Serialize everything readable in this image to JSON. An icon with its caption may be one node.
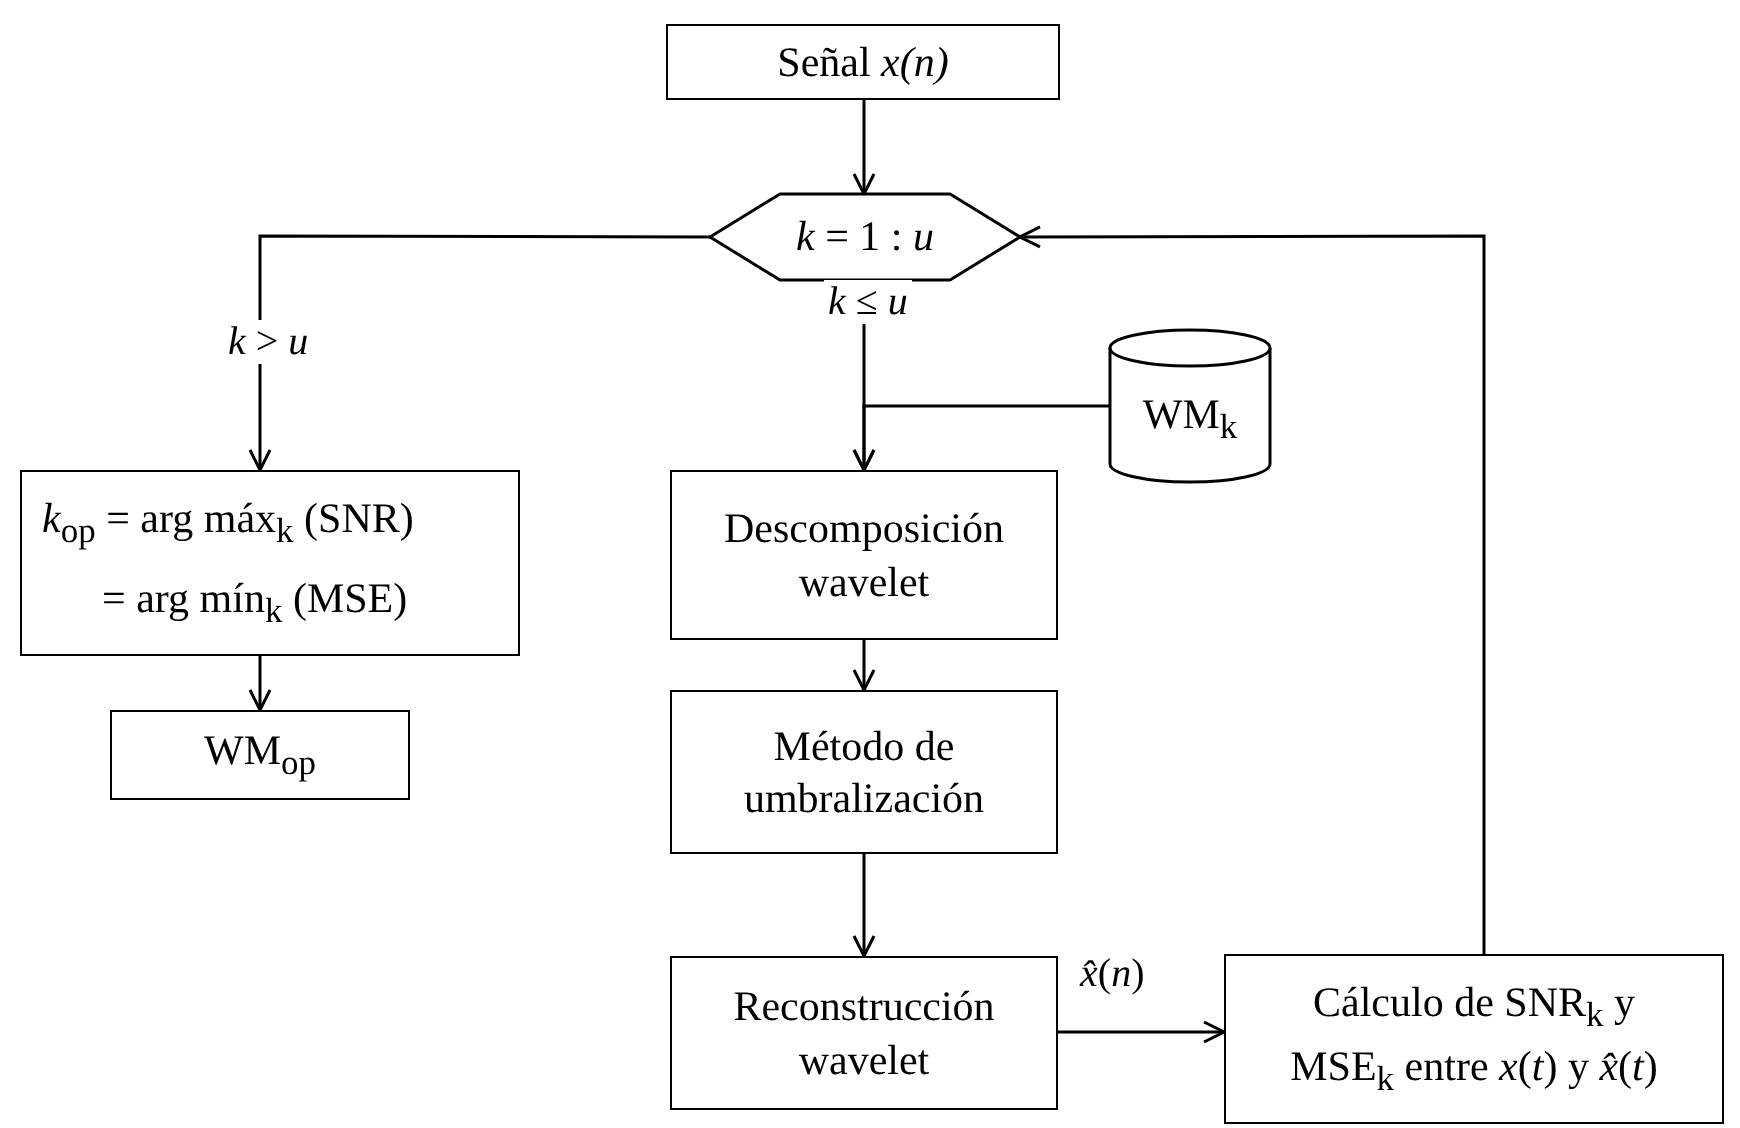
{
  "diagram": {
    "nodes": [
      {
        "text": [
          "Señal *x(n)*"
        ]
      },
      {
        "text": [
          "*k* = 1 : *u*"
        ]
      },
      {
        "text": [
          "*k*$_{op}$ = arg máx$_{k}$ (SNR)",
          "= arg mín$_{k}$ (MSE)"
        ]
      },
      {
        "text": [
          "WM$_{op}$"
        ]
      },
      {
        "text": [
          "WM$_{k}$"
        ]
      },
      {
        "text": [
          "Descomposición wavelet"
        ]
      },
      {
        "text": [
          "Método de umbralización"
        ]
      },
      {
        "text": [
          "Reconstrucción wavelet"
        ]
      },
      {
        "text": [
          "Cálculo de SNR$_{k}$ y MSE$_{k}$ entre *x*(*t*) y *x̂*(*t*)"
        ]
      }
    ],
    "edges": [
      {
        "from": 0,
        "to": 1,
        "arrow": "to"
      },
      {
        "from": 1,
        "to": 2,
        "arrow": "to",
        "label": "*k* > *u*"
      },
      {
        "from": 2,
        "to": 3,
        "arrow": "to"
      },
      {
        "from": 1,
        "to": 5,
        "arrow": "to",
        "label": "*k* ≤ *u*"
      },
      {
        "from": 4,
        "to": 5,
        "arrow": "to"
      },
      {
        "from": 5,
        "to": 6,
        "arrow": "to"
      },
      {
        "from": 6,
        "to": 7,
        "arrow": "to"
      },
      {
        "from": 7,
        "to": 8,
        "arrow": "to",
        "label": "*x̂*(*n*)"
      },
      {
        "from": 8,
        "to": 1,
        "arrow": "to"
      }
    ]
  }
}
